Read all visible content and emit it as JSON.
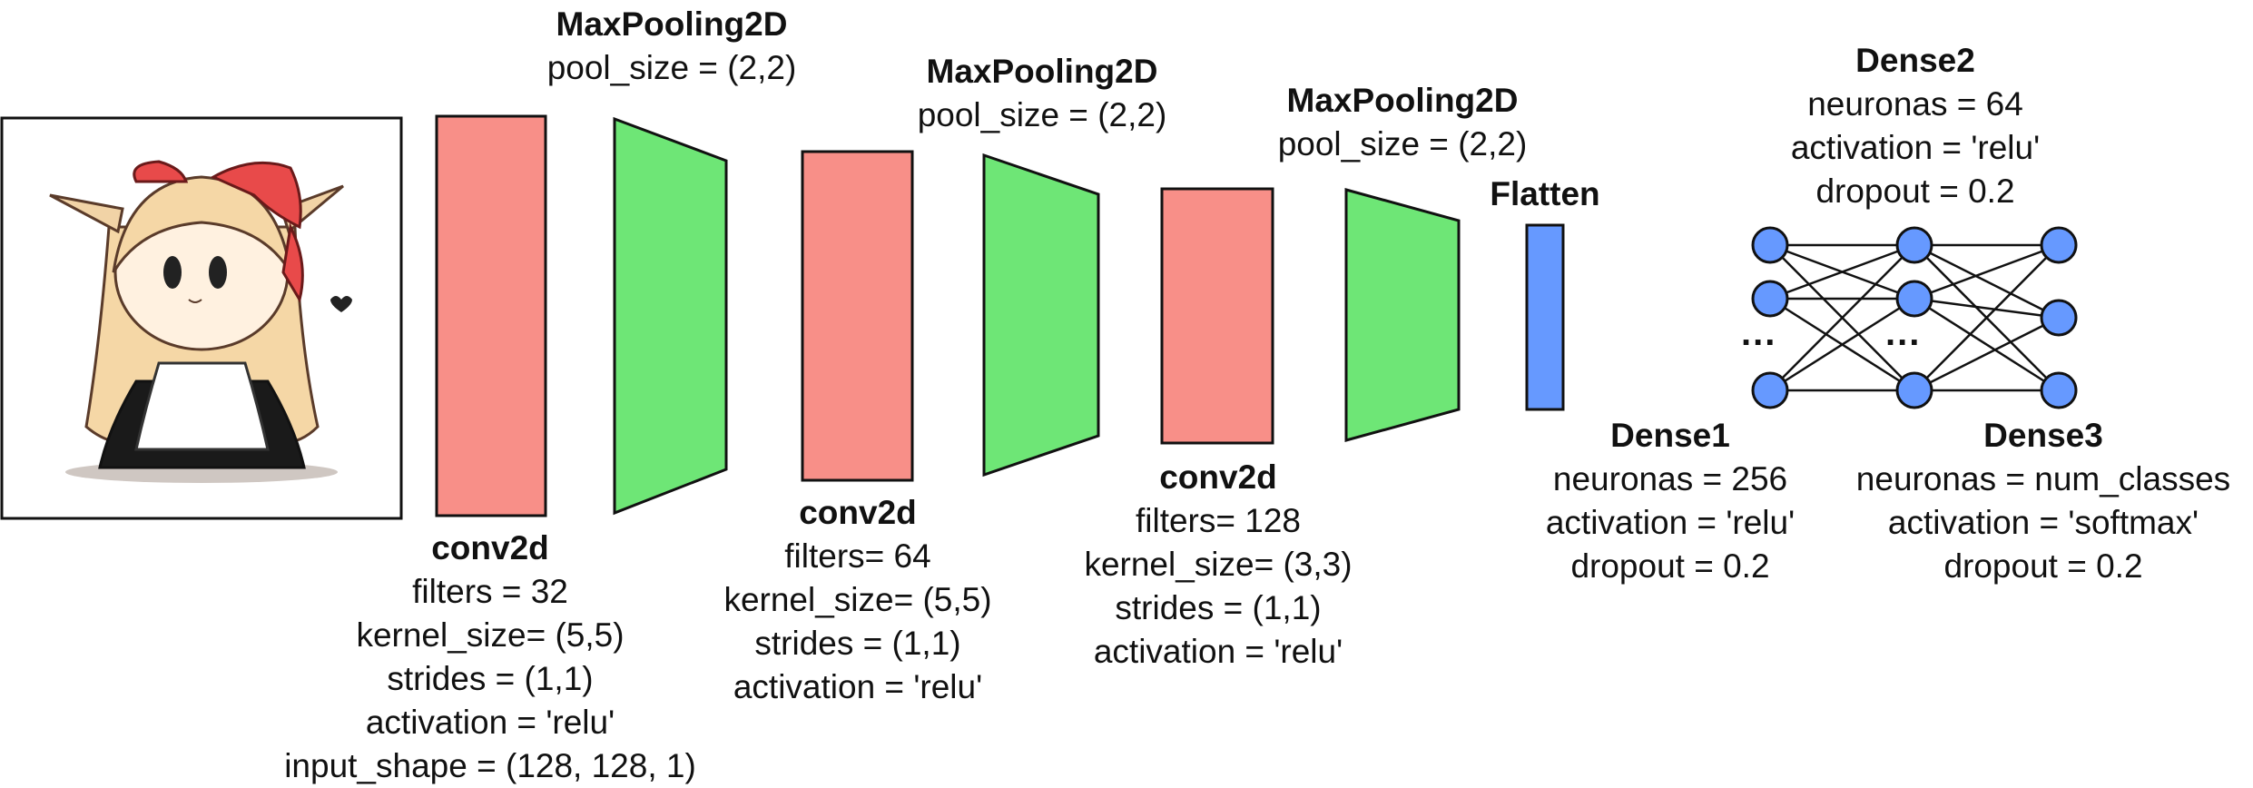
{
  "colors": {
    "conv": "#f88f88",
    "pool": "#6ee676",
    "flatten": "#6699ff",
    "neuron": "#6699ff",
    "stroke": "#111111"
  },
  "input_image": {
    "icon": "anime-character-illustration"
  },
  "conv1": {
    "title": "conv2d",
    "lines": [
      "filters = 32",
      "kernel_size= (5,5)",
      "strides = (1,1)",
      "activation = 'relu'",
      "input_shape = (128, 128, 1)"
    ]
  },
  "pool1": {
    "title": "MaxPooling2D",
    "lines": [
      "pool_size = (2,2)"
    ]
  },
  "conv2": {
    "title": "conv2d",
    "lines": [
      "filters= 64",
      "kernel_size= (5,5)",
      "strides = (1,1)",
      "activation = 'relu'"
    ]
  },
  "pool2": {
    "title": "MaxPooling2D",
    "lines": [
      "pool_size = (2,2)"
    ]
  },
  "conv3": {
    "title": "conv2d",
    "lines": [
      "filters= 128",
      "kernel_size= (3,3)",
      "strides = (1,1)",
      "activation = 'relu'"
    ]
  },
  "pool3": {
    "title": "MaxPooling2D",
    "lines": [
      "pool_size = (2,2)"
    ]
  },
  "flatten": {
    "title": "Flatten"
  },
  "dense1": {
    "title": "Dense1",
    "lines": [
      "neuronas = 256",
      "activation = 'relu'",
      "dropout = 0.2"
    ]
  },
  "dense2": {
    "title": "Dense2",
    "lines": [
      "neuronas = 64",
      "activation = 'relu'",
      "dropout = 0.2"
    ]
  },
  "dense3": {
    "title": "Dense3",
    "lines": [
      "neuronas = num_classes",
      "activation = 'softmax'",
      "dropout = 0.2"
    ]
  },
  "network": {
    "ellipsis": "...",
    "layer_sizes": [
      4,
      4,
      3
    ]
  }
}
